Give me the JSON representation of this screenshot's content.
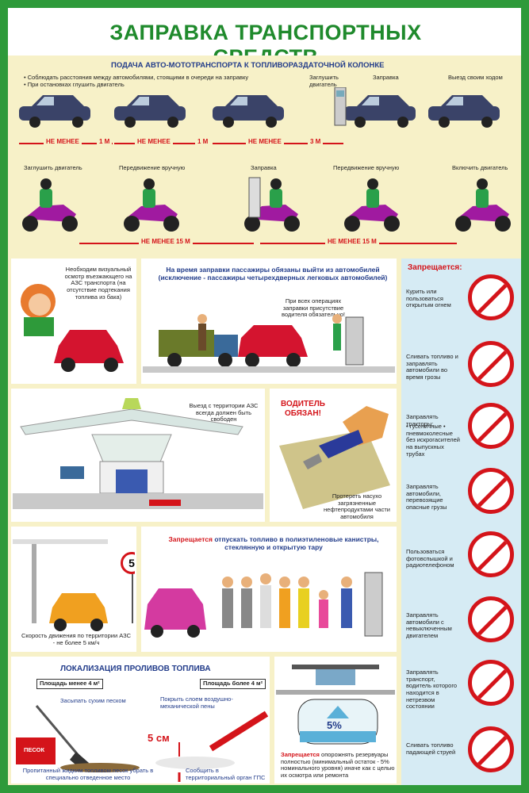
{
  "title": "ЗАПРАВКА ТРАНСПОРТНЫХ СРЕДСТВ",
  "top": {
    "heading": "ПОДАЧА АВТО-МОТОТРАНСПОРТА К ТОПЛИВОРАЗДАТОЧНОЙ КОЛОНКЕ",
    "car_note_1": "• Соблюдать расстояния между автомобилями, стоящими в очереди на заправку",
    "car_note_2": "• При остановках глушить двигатель",
    "car_engine_off": "Заглушить двигатель",
    "car_refuel": "Заправка",
    "car_exit": "Выезд своим ходом",
    "dist_not_less_1": "НЕ МЕНЕЕ",
    "dist_1m_a": "1 М",
    "dist_not_less_2": "НЕ МЕНЕЕ",
    "dist_1m_b": "1 М",
    "dist_not_less_3": "НЕ МЕНЕЕ",
    "dist_3m": "3 М",
    "moto_engine_off": "Заглушить двигатель",
    "moto_push_1": "Передвижение вручную",
    "moto_refuel": "Заправка",
    "moto_push_2": "Передвижение вручную",
    "moto_engine_on": "Включить двигатель",
    "moto_dist_1": "НЕ МЕНЕЕ 15 М",
    "moto_dist_2": "НЕ МЕНЕЕ 15 М"
  },
  "panels": {
    "visual_check": "Необходим визуальный осмотр въезжающего на АЗС транспорта (на отсутствие подтекания топлива из бака)",
    "passengers_title": "На время заправки пассажиры обязаны выйти из автомобилей (исключение - пассажиры четырехдверных легковых автомобилей)",
    "driver_present": "При всех операциях заправки присутствие водителя обязательно!",
    "exit_free": "Выезд с территории АЗС всегда должен быть свободен",
    "driver_must": "ВОДИТЕЛЬ ОБЯЗАН!",
    "wipe_parts": "Протереть насухо загрязненные нефтепродуктами части автомобиля",
    "speed_sign": "5",
    "speed_limit": "Скорость движения по территории АЗС - не более 5 км/ч",
    "canisters_prefix": "Запрещается",
    "canisters_text": "отпускать топливо в полиэтиленовые канистры, стеклянную и открытую тару",
    "spill_title": "ЛОКАЛИЗАЦИЯ ПРОЛИВОВ ТОПЛИВА",
    "area_less": "Площадь менее 4 м²",
    "area_more": "Площадь более 4 м²",
    "sand": "Засыпать сухим песком",
    "foam": "Покрыть слоем воздушно-механической пены",
    "sand_box": "ПЕСОК",
    "foam_depth": "5 см",
    "sand_remove": "Пропитанный жидким топливом песок убрать в специально отведенное место",
    "report": "Сообщить в территориальный орган ГПС",
    "tank_percent": "5%",
    "tank_prefix": "Запрещается",
    "tank_text": "опорожнять резервуары полностью (минимальный остаток - 5% номинального уровня) иначе как с целью их осмотра или ремонта"
  },
  "prohibited": {
    "heading": "Запрещается:",
    "items": [
      "Курить или пользоваться открытым огнем",
      "Сливать топливо и заправлять автомобили во время грозы",
      "Заправлять тракторы:",
      "Заправлять автомобили, перевозящие опасные грузы",
      "Пользоваться фотовспышкой и радиотелефоном",
      "Заправлять автомобили с невыключенным двигателем",
      "Заправлять транспорт, водитель которого находится в нетрезвом состоянии",
      "Сливать топливо падающей струей"
    ],
    "tractor_sub": "• гусеничные • пневмоколесные без искрогасителей на выпускных трубах"
  },
  "colors": {
    "frame": "#2e9a3a",
    "accent": "#d4141a",
    "moto": "#a01aa0",
    "car": "#2e3550"
  }
}
